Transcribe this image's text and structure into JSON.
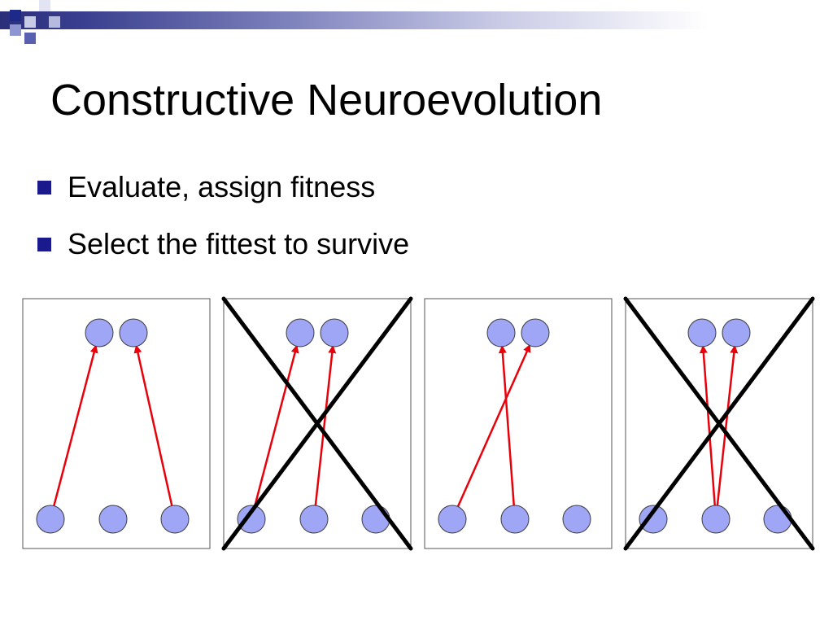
{
  "slide": {
    "title": "Constructive Neuroevolution",
    "bullets": [
      {
        "text": "Evaluate, assign fitness"
      },
      {
        "text": "Select the fittest to survive"
      }
    ]
  },
  "colors": {
    "bullet": "#1a1a8c",
    "node_fill": "#9ea6f5",
    "node_stroke": "#3c3c3c",
    "connection": "#e8000a",
    "cross": "#000000",
    "panel_border": "#555555"
  },
  "networks": [
    {
      "id": "net-1",
      "eliminated": false,
      "connections": [
        {
          "from": 0,
          "to": 0
        },
        {
          "from": 2,
          "to": 1
        }
      ]
    },
    {
      "id": "net-2",
      "eliminated": true,
      "connections": [
        {
          "from": 0,
          "to": 0
        },
        {
          "from": 1,
          "to": 1
        }
      ]
    },
    {
      "id": "net-3",
      "eliminated": false,
      "connections": [
        {
          "from": 0,
          "to": 1
        },
        {
          "from": 1,
          "to": 0
        }
      ]
    },
    {
      "id": "net-4",
      "eliminated": true,
      "connections": [
        {
          "from": 1,
          "to": 0
        },
        {
          "from": 1,
          "to": 1
        }
      ]
    }
  ]
}
